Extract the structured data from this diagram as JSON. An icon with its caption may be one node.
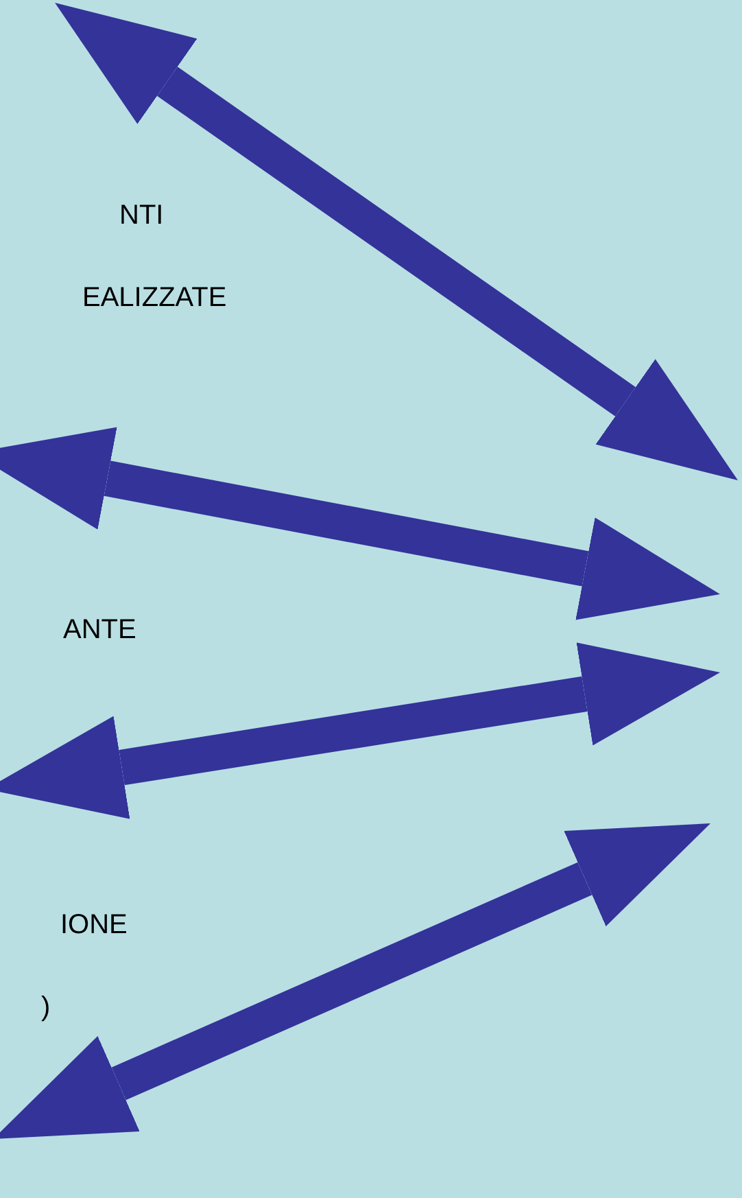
{
  "diagram": {
    "labels": [
      "NTI",
      "EALIZZATE",
      "ANTE",
      "IONE",
      ")"
    ]
  }
}
